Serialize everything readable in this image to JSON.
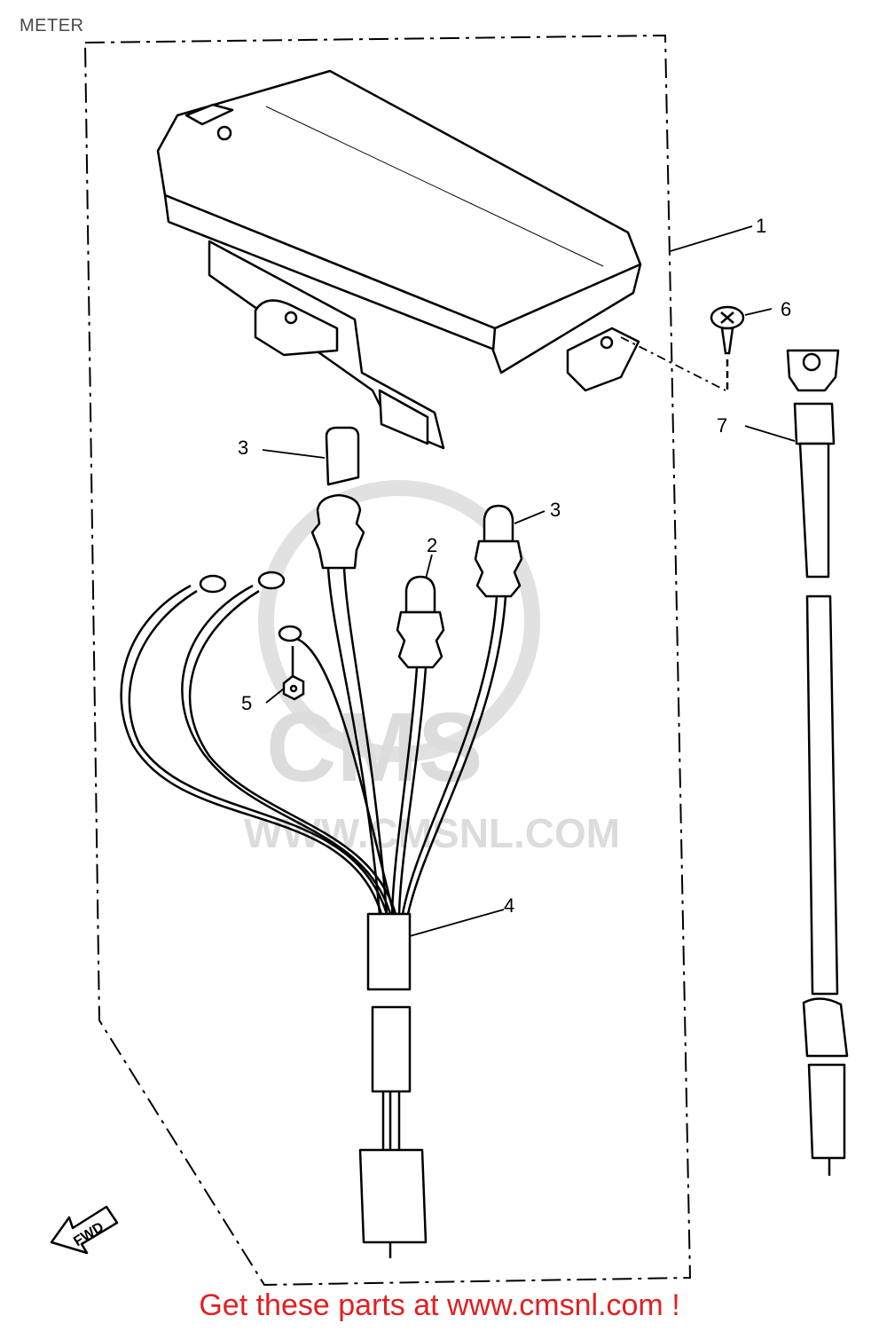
{
  "header": {
    "title": "METER"
  },
  "callouts": {
    "c1": "1",
    "c2": "2",
    "c3a": "3",
    "c3b": "3",
    "c4": "4",
    "c5": "5",
    "c6": "6",
    "c7": "7"
  },
  "direction_arrow": {
    "label": "FWD"
  },
  "watermark": {
    "logo": "CMS",
    "site": "WWW.CMSNL.COM"
  },
  "footer": {
    "link_text": "Get these parts at www.cmsnl.com !"
  },
  "colors": {
    "footer_link": "#e02020",
    "line": "#000000",
    "watermark": "#d9d9d9"
  }
}
